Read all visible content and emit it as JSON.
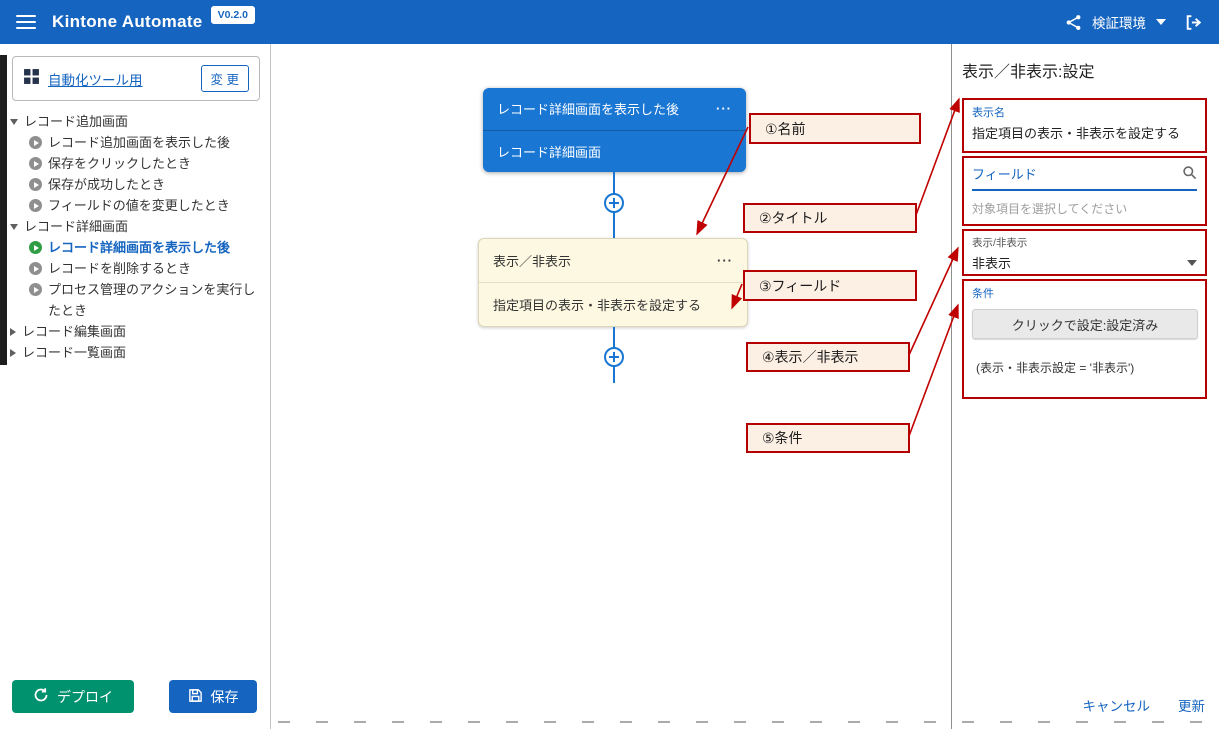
{
  "topbar": {
    "title": "Kintone Automate",
    "version": "V0.2.0",
    "env_label": "検証環境"
  },
  "sidebar": {
    "app_name": "自動化ツール用",
    "change_label": "変 更",
    "tree": [
      {
        "label": "レコード追加画面",
        "expanded": true,
        "children": [
          {
            "label": "レコード追加画面を表示した後"
          },
          {
            "label": "保存をクリックしたとき"
          },
          {
            "label": "保存が成功したとき"
          },
          {
            "label": "フィールドの値を変更したとき"
          }
        ]
      },
      {
        "label": "レコード詳細画面",
        "expanded": true,
        "children": [
          {
            "label": "レコード詳細画面を表示した後",
            "selected": true
          },
          {
            "label": "レコードを削除するとき"
          },
          {
            "label": "プロセス管理のアクションを実行したとき"
          }
        ]
      },
      {
        "label": "レコード編集画面",
        "expanded": false
      },
      {
        "label": "レコード一覧画面",
        "expanded": false
      }
    ],
    "deploy_label": "デプロイ",
    "save_label": "保存"
  },
  "canvas": {
    "menu_glyph": "···",
    "trigger_node": {
      "title": "レコード詳細画面を表示した後",
      "subtitle": "レコード詳細画面"
    },
    "action_node": {
      "title": "表示／非表示",
      "subtitle": "指定項目の表示・非表示を設定する"
    },
    "callouts": [
      {
        "label": "①名前"
      },
      {
        "label": "②タイトル"
      },
      {
        "label": "③フィールド"
      },
      {
        "label": "④表示／非表示"
      },
      {
        "label": "⑤条件"
      }
    ]
  },
  "panel": {
    "title": "表示／非表示:設定",
    "display_name": {
      "label": "表示名",
      "value": "指定項目の表示・非表示を設定する"
    },
    "field": {
      "label": "フィールド",
      "placeholder": "対象項目を選択してください"
    },
    "visibility": {
      "label": "表示/非表示",
      "value": "非表示"
    },
    "condition": {
      "label": "条件",
      "button_label": "クリックで設定:設定済み",
      "summary": "(表示・非表示設定 = '非表示')"
    },
    "cancel_label": "キャンセル",
    "update_label": "更新"
  },
  "colors": {
    "topbar_blue": "#1565c0",
    "node_blue": "#1976d2",
    "annotation_red": "#b40000",
    "deploy_green": "#00916e",
    "selected_green": "#2f9e44",
    "link_blue": "#1565c0"
  }
}
